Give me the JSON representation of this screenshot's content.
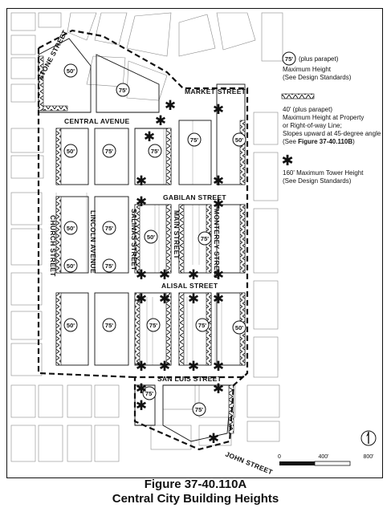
{
  "figure": {
    "number": "Figure 37-40.110A",
    "caption": "Central City Building Heights"
  },
  "streets": {
    "stone": "STONE STREET",
    "market": "MARKET STREET",
    "central": "CENTRAL AVENUE",
    "gabilan": "GABILAN STREET",
    "alisal": "ALISAL STREET",
    "san_luis": "SAN LUIS STREET",
    "john": "JOHN STREET",
    "church": "CHURCH STREET",
    "lincoln": "LINCOLN AVENUE",
    "salinas": "SALINAS STREET",
    "main": "MAIN STREET",
    "monterey": "MONTEREY STREET"
  },
  "height_labels": [
    "50'",
    "75'",
    "50'",
    "75'",
    "75'",
    "75'",
    "50'",
    "50'",
    "75'",
    "50'",
    "75'",
    "50'",
    "75'",
    "50'",
    "75'",
    "75'",
    "75'",
    "50'",
    "75'",
    "75'"
  ],
  "legend": {
    "max_height_symbol": "75'",
    "max_height_suffix": "(plus parapet)",
    "max_height_line1": "Maximum Height",
    "max_height_line2": "(See Design Standards)",
    "row_line1": "40' (plus parapet)",
    "row_line2": "Maximum Height at Property",
    "row_line3": "or Right-of-way Line;",
    "row_line4": "Slopes upward at 45-degree angle",
    "row_line5_prefix": "(See ",
    "row_line5_ref": "Figure 37-40.110B",
    "row_line5_suffix": ")",
    "tower_line1": "160' Maximum Tower Height",
    "tower_line2": "(See Design Standards)"
  },
  "scale": {
    "labels": [
      "0",
      "400'",
      "800'"
    ]
  },
  "colors": {
    "ink": "#111111",
    "parcel": "#8a8a8a",
    "paper": "#ffffff"
  },
  "icons": {
    "north_arrow": "north-arrow-icon",
    "tower": "asterisk-icon",
    "height_bubble": "circle-label-icon"
  }
}
